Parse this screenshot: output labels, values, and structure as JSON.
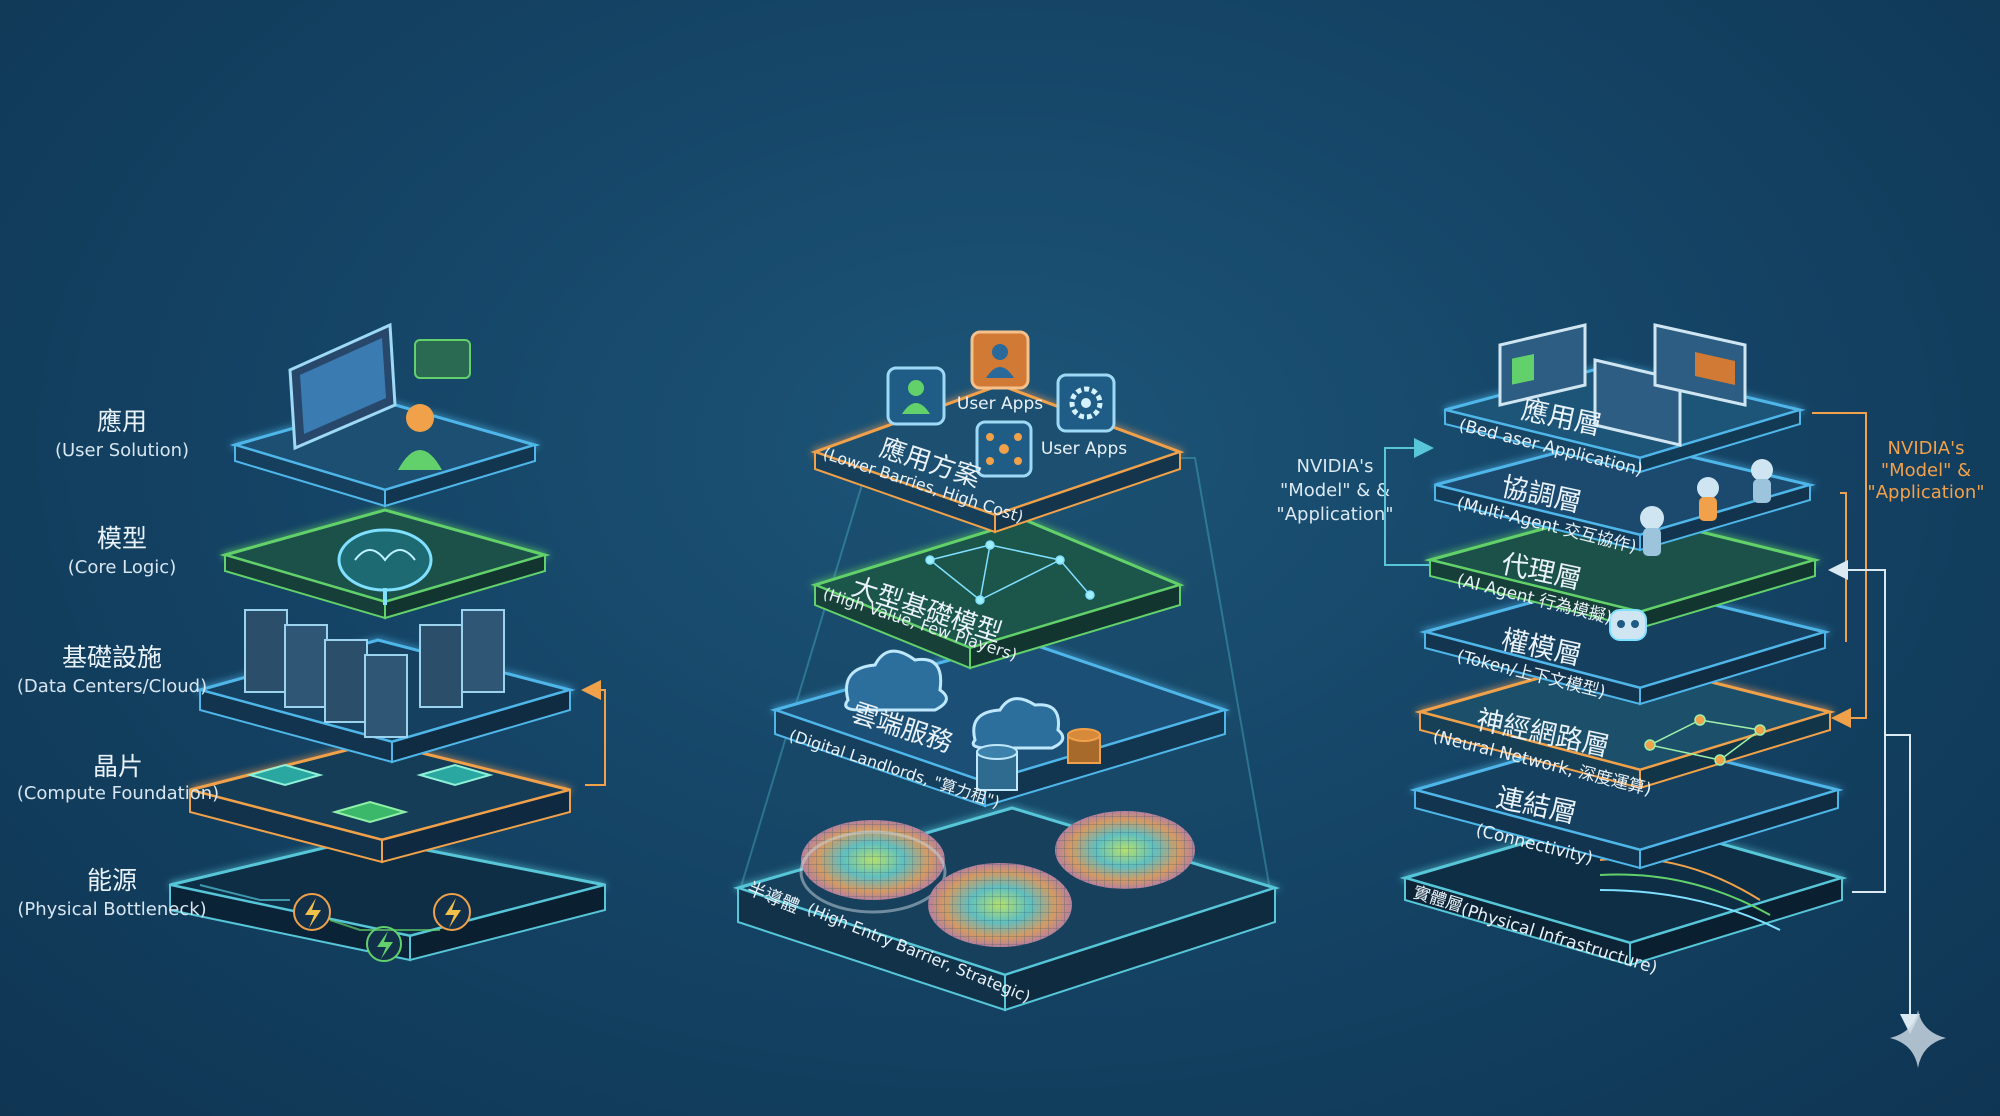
{
  "stacks": [
    {
      "id": "left",
      "layers": [
        {
          "zh": "應用",
          "en": "(User Solution)",
          "color": "#4fb6ea"
        },
        {
          "zh": "模型",
          "en": "(Core Logic)",
          "color": "#63d16b"
        },
        {
          "zh": "基礎設施",
          "en": "(Data Centers/Cloud)",
          "color": "#4fb6ea"
        },
        {
          "zh": "晶片",
          "en": "(Compute Foundation)",
          "color": "#f0a14a"
        },
        {
          "zh": "能源",
          "en": "(Physical Bottleneck)",
          "color": "#56c6d8"
        }
      ]
    },
    {
      "id": "middle",
      "layers": [
        {
          "zh": "應用方案",
          "en": "(Lower Barries, High Cost)",
          "color": "#f0a14a"
        },
        {
          "zh": "大型基礎模型",
          "en": "(High Value, Few Players)",
          "color": "#63d16b"
        },
        {
          "zh": "雲端服務",
          "en": "(Digital Landlords, \"算力租\")",
          "color": "#4fb6ea"
        },
        {
          "zh": "半導體",
          "en": "(High Entry Barrier, Strategic)",
          "color": "#56c6d8"
        }
      ],
      "apps": [
        {
          "label": "User Apps",
          "icon": "person-icon"
        },
        {
          "label": "User Apps",
          "icon": "gear-icon"
        }
      ]
    },
    {
      "id": "right",
      "layers": [
        {
          "zh": "應用層",
          "en": "(Bed aser Application)",
          "color": "#4fb6ea"
        },
        {
          "zh": "協調層",
          "en": "(Multi-Agent 交互協作)",
          "color": "#4fb6ea"
        },
        {
          "zh": "代理層",
          "en": "(AI Agent 行為模擬)",
          "color": "#63d16b"
        },
        {
          "zh": "權模層",
          "en": "(Token/上下文模型)",
          "color": "#4fb6ea"
        },
        {
          "zh": "神經網路層",
          "en": "(Neural Network, 深度運算)",
          "color": "#f0a14a"
        },
        {
          "zh": "連結層",
          "en": "(Connectivity)",
          "color": "#4fb6ea"
        },
        {
          "zh": "實體層",
          "en": "(Physical Infrastructure)",
          "color": "#56c6d8"
        }
      ],
      "annotations": {
        "left_note": [
          "NVIDIA's",
          "\"Model\" & &",
          "\"Application\""
        ],
        "right_note": [
          "NVIDIA's",
          "\"Model\" &",
          "\"Application\""
        ]
      }
    }
  ],
  "colors": {
    "background": "#154567",
    "blue": "#4fb6ea",
    "green": "#63d16b",
    "orange": "#f0a14a",
    "cyan": "#56c6d8"
  }
}
